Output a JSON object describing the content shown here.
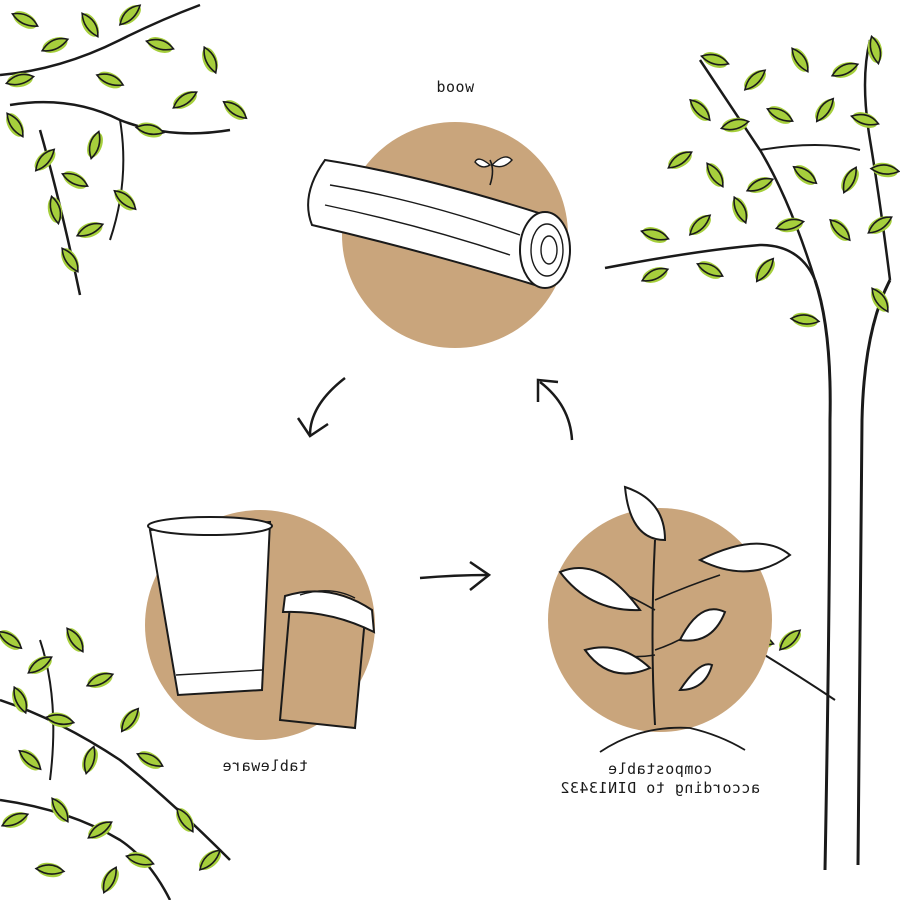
{
  "labels": {
    "wood": "wood",
    "tableware": "tableware",
    "compost_line1": "compostable",
    "compost_line2": "according to DIN13432"
  },
  "colors": {
    "kraft": "#c9a57c",
    "leaf": "#a6cf3c",
    "ink": "#1a1a1a",
    "background": "#ffffff"
  },
  "icons": [
    "tree-icon",
    "log-icon",
    "cup-icon",
    "sapling-icon",
    "arrow-icon"
  ]
}
